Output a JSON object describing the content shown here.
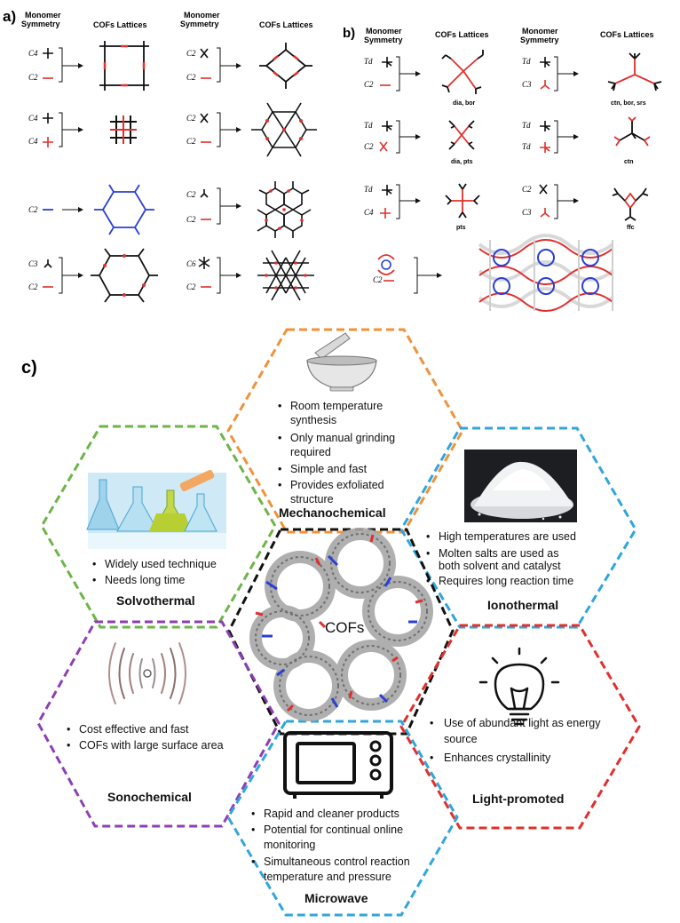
{
  "panel_a": {
    "label": "a)",
    "headers": {
      "monomer_l1": "Monomer",
      "monomer_l2": "Symmetry",
      "lattices": "COFs Lattices"
    },
    "rows": [
      {
        "left": [
          "C4",
          "C2"
        ],
        "right": [
          "C2",
          "C2"
        ]
      },
      {
        "left": [
          "C4",
          "C4"
        ],
        "right": [
          "C2",
          "C2"
        ]
      },
      {
        "left": [
          "C2"
        ],
        "right": [
          "C2",
          "C2"
        ]
      },
      {
        "left": [
          "C3",
          "C2"
        ],
        "right": [
          "C6",
          "C2"
        ]
      }
    ]
  },
  "panel_b": {
    "label": "b)",
    "headers": {
      "monomer_l1": "Monomer",
      "monomer_l2": "Symmetry",
      "lattices": "COFs Lattices"
    },
    "rows": [
      {
        "left": [
          "Td",
          "C2"
        ],
        "left_net": "dia, bor",
        "right": [
          "Td",
          "C3"
        ],
        "right_net": "ctn, bor, srs"
      },
      {
        "left": [
          "Td",
          "C2"
        ],
        "left_net": "dia, pts",
        "right": [
          "Td",
          "Td"
        ],
        "right_net": "ctn"
      },
      {
        "left": [
          "Td",
          "C4"
        ],
        "left_net": "pts",
        "right": [
          "C2",
          "C3"
        ],
        "right_net": "ffc"
      },
      {
        "left": [
          "C2"
        ],
        "left_net": "",
        "right": [],
        "right_net": ""
      }
    ]
  },
  "panel_c": {
    "label": "c)",
    "center": {
      "title": "COFs"
    },
    "methods": [
      {
        "id": "mechanochemical",
        "title": "Mechanochemical",
        "color": "#f0923a",
        "icon": "mortar-pestle-icon",
        "bullets": [
          "Room temperature synthesis",
          "Only manual grinding required",
          "Simple and fast",
          "Provides exfoliated structure"
        ]
      },
      {
        "id": "solvothermal",
        "title": "Solvothermal",
        "color": "#6db548",
        "icon": "lab-glassware-photo",
        "bullets": [
          "Widely used technique",
          "Needs long time"
        ]
      },
      {
        "id": "ionothermal",
        "title": "Ionothermal",
        "color": "#2fa6dd",
        "icon": "salt-pile-photo",
        "bullets": [
          "High temperatures are used",
          "Molten salts are used as both solvent and catalyst",
          "Requires long reaction time"
        ]
      },
      {
        "id": "sonochemical",
        "title": "Sonochemical",
        "color": "#8e3fb5",
        "icon": "sound-waves-icon",
        "bullets": [
          "Cost effective and fast",
          "COFs with large surface area"
        ]
      },
      {
        "id": "light_promoted",
        "title": "Light-promoted",
        "color": "#e0302d",
        "icon": "lightbulb-icon",
        "bullets": [
          "Use of abundant light as energy source",
          "Enhances crystallinity"
        ]
      },
      {
        "id": "microwave",
        "title": "Microwave",
        "color": "#2fa6dd",
        "icon": "microwave-oven-icon",
        "bullets": [
          "Rapid and cleaner products",
          "Potential for continual online monitoring",
          "Simultaneous control reaction temperature and pressure"
        ]
      }
    ]
  },
  "colors": {
    "red": "#e0302d",
    "blue": "#2a3fd6",
    "black": "#111111",
    "hex_center": "#111111"
  }
}
